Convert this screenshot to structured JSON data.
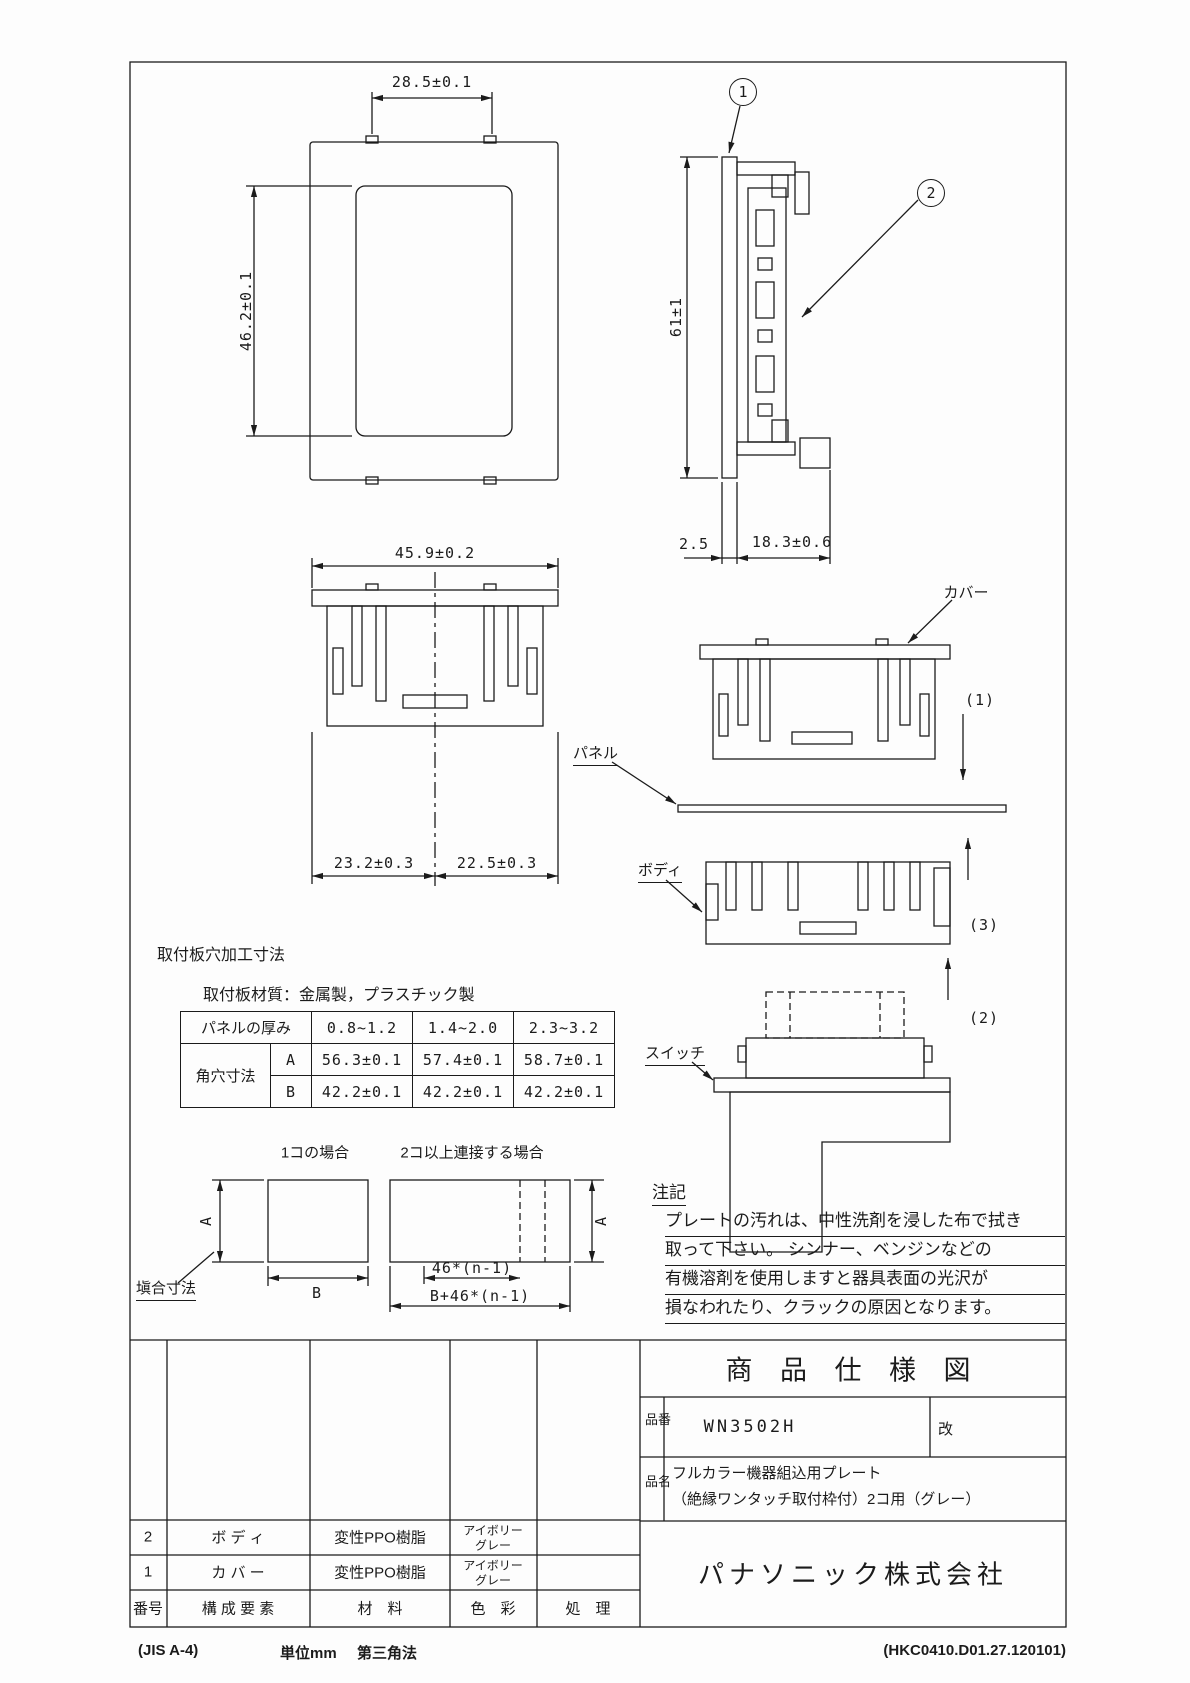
{
  "drawing": {
    "front_view": {
      "dim_width": "28.5±0.1",
      "dim_height": "46.2±0.1"
    },
    "side_view": {
      "dim_height": "61±1",
      "dim_panel": "2.5",
      "dim_depth": "18.3±0.6",
      "balloon_1": "1",
      "balloon_2": "2"
    },
    "bottom_view": {
      "dim_width": "45.9±0.2",
      "dim_left": "23.2±0.3",
      "dim_right": "22.5±0.3"
    },
    "exploded": {
      "cover_label": "カバー",
      "panel_label": "パネル",
      "body_label": "ボディ",
      "switch_label": "スイッチ",
      "step_1": "(1)",
      "step_2": "(2)",
      "step_3": "(3)"
    }
  },
  "hole_section": {
    "title": "取付板穴加工寸法",
    "material": "取付板材質：金属製，プラスチック製",
    "table": {
      "thickness_label": "パネルの厚み",
      "thickness_ranges": [
        "0.8~1.2",
        "1.4~2.0",
        "2.3~3.2"
      ],
      "hole_label": "角穴寸法",
      "row_a_label": "A",
      "row_a": [
        "56.3±0.1",
        "57.4±0.1",
        "58.7±0.1"
      ],
      "row_b_label": "B",
      "row_b": [
        "42.2±0.1",
        "42.2±0.1",
        "42.2±0.1"
      ]
    }
  },
  "gang": {
    "single_title": "1コの場合",
    "multi_title": "2コ以上連接する場合",
    "dim_a": "A",
    "dim_a2": "A",
    "dim_b": "B",
    "pitch_formula": "46*(n-1)",
    "total_formula": "B+46*(n-1)",
    "fitting_label": "塡合寸法"
  },
  "notes": {
    "title": "注記",
    "line1": "プレートの汚れは、中性洗剤を浸した布で拭き",
    "line2": "取って下さい。 シンナー、ベンジンなどの",
    "line3": "有機溶剤を使用しますと器具表面の光沢が",
    "line4": "損なわれたり、クラックの原因となります。"
  },
  "title_block": {
    "doc_title": "商 品 仕 様 図",
    "part_no_label": "品番",
    "part_no": "WN3502H",
    "revision_label": "改",
    "product_label": "品名",
    "product_name_1": "フルカラー機器組込用プレート",
    "product_name_2": "（絶縁ワンタッチ取付枠付）2コ用（グレー）",
    "company": "パナソニック株式会社"
  },
  "parts_list": {
    "header": {
      "no": "番号",
      "component": "構 成 要 素",
      "material": "材　料",
      "color": "色　彩",
      "process": "処　理"
    },
    "rows": [
      {
        "no": "2",
        "name": "ボ デ ィ",
        "material": "変性PPO樹脂",
        "color1": "アイボリー",
        "color2": "グレー"
      },
      {
        "no": "1",
        "name": "カ バ ー",
        "material": "変性PPO樹脂",
        "color1": "アイボリー",
        "color2": "グレー"
      }
    ]
  },
  "footer": {
    "paper": "(JIS A-4)",
    "unit": "単位mm",
    "projection": "第三角法",
    "doc_code": "(HKC0410.D01.27.120101)"
  }
}
